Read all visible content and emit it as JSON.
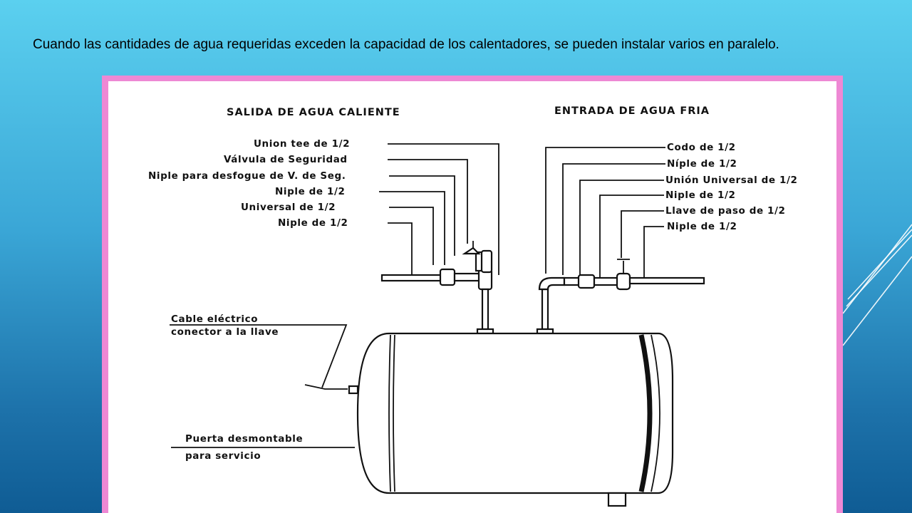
{
  "slide": {
    "text": "Cuando las cantidades de agua requeridas exceden la capacidad de los calentadores, se pueden instalar varios en paralelo."
  },
  "diagram": {
    "header_left": "SALIDA DE AGUA CALIENTE",
    "header_right": "ENTRADA DE AGUA FRIA",
    "left_labels": [
      "Union tee de 1/2",
      "Válvula de Seguridad",
      "Niple para desfogue de V. de Seg.",
      "Niple de 1/2",
      "Universal de 1/2",
      "Niple de 1/2"
    ],
    "right_labels": [
      "Codo de 1/2",
      "Níple de 1/2",
      "Unión Universal de 1/2",
      "Niple de 1/2",
      "Llave de paso de 1/2",
      "Niple de 1/2"
    ],
    "cable_label": [
      "Cable eléctrico",
      "conector a la llave"
    ],
    "door_label": [
      "Puerta desmontable",
      "para servicio"
    ]
  },
  "colors": {
    "frame": "#ee88d4",
    "background_top": "#5bd0ef",
    "background_bottom": "#0f5c94"
  }
}
